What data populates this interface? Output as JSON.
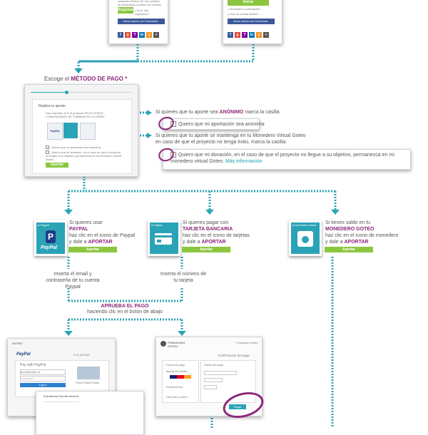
{
  "top_cards": {
    "left": {
      "text": "cualquier término de uso, política de privacidad y política de cookies",
      "register_label": "Registrar",
      "already_label": "¿Ya te has registrado?",
      "facebook_label": "Inicia sesión con Facebook"
    },
    "right": {
      "enter_label": "Entrar",
      "forgot_label": "¿Olvidaste tu contraseña?",
      "lost_label": "¿Usar mi cuenta activa?",
      "facebook_label": "Inicia sesión con Facebook"
    }
  },
  "choose_method": {
    "prefix": "Escoge el",
    "highlight": "MÉTODO DE PAGO",
    "suffix": "*"
  },
  "payment_screenshot": {
    "title": "Realiza tu aporte",
    "amount_text": "Vas a aportar 10 € al proyecto RECICLEMOS COMUNIDADES DE TUMBAYA EN JUJUEÑO",
    "methods": [
      "PayPal",
      "Tarjeta",
      "Monedero virtual"
    ],
    "option1": "Quiero que mi aportación sea anónima",
    "option2": "Quiero que mi donación, en el caso de que el proyecto no llegue a su objetivo, permanezca en mi monedero virtual Goteo.",
    "continue_label": "Aportar"
  },
  "anonymous_note": {
    "prefix": "Si quieres que tu aporte sea",
    "highlight": "ANÓNIMO",
    "suffix": "marca la casilla:",
    "checkbox_text": "Quiero que mi aportación sea anónima"
  },
  "wallet_note": {
    "text": "Si quieres que tu aporte se mantenga en tu Monedero Virtual Goteo en caso de que el proyecto no tenga éxito, marca la casilla:",
    "checkbox_text": "Quiero que mi donación, en el caso de que el proyecto no llegue a su objetivo, permanezca en mi monedero virtual Goteo.",
    "link": "Más información"
  },
  "methods": [
    {
      "tab": "Paypal",
      "intro": "Si quieres usar",
      "highlight": "PAYPAL",
      "line2": "haz clic en el icono de Paypal",
      "line3_prefix": "y dale a",
      "action": "APORTAR",
      "button": "Aportar",
      "logo": "PayPal"
    },
    {
      "tab": "Tarjeta",
      "intro": "Si quieres pagar con",
      "highlight": "TARJETA BANCARIA",
      "line2": "haz clic en el icono de tarjetas",
      "line3_prefix": "y dale a",
      "action": "APORTAR",
      "button": "Aportar"
    },
    {
      "tab": "Monedero virtual",
      "intro": "Si tienes saldo en tu",
      "highlight": "MONEDERO GOTEO",
      "line2": "haz clic en el icono de monedero",
      "line3_prefix": "y dale a",
      "action": "APORTAR",
      "button": "Aportar"
    }
  ],
  "paypal_step": "Inserta el email y contraseña de tu cuenta Paypal",
  "card_step": "Inserta el número de tu tarjeta",
  "approve": {
    "title": "APRUEBA EL PAGO",
    "subtitle": "haciendo clic en el botón de abajo"
  },
  "paypal_screen": {
    "brand": "GOTEO",
    "logo": "PayPal",
    "amount": "€ 10,00 EUR",
    "pay_with": "Pay with PayPal",
    "email": "juan@twitter.ca",
    "password_hint": "Password",
    "login": "Log In",
    "side_name": "Pétra Pasta Pakan",
    "foundation": "Fundación Fuenta Abierta"
  },
  "card_screen": {
    "brand": "FUNDACIÓN GOTEO",
    "right_link": "Fundación Goteo",
    "title": "Confirmación del pago",
    "form_title": "Forma de pago",
    "data_title": "Datos del pago",
    "option_card": "Tarjeta de crédito",
    "option_other": "Transferencia",
    "button": "Pagar",
    "cancel": "Cancelar y volver"
  }
}
